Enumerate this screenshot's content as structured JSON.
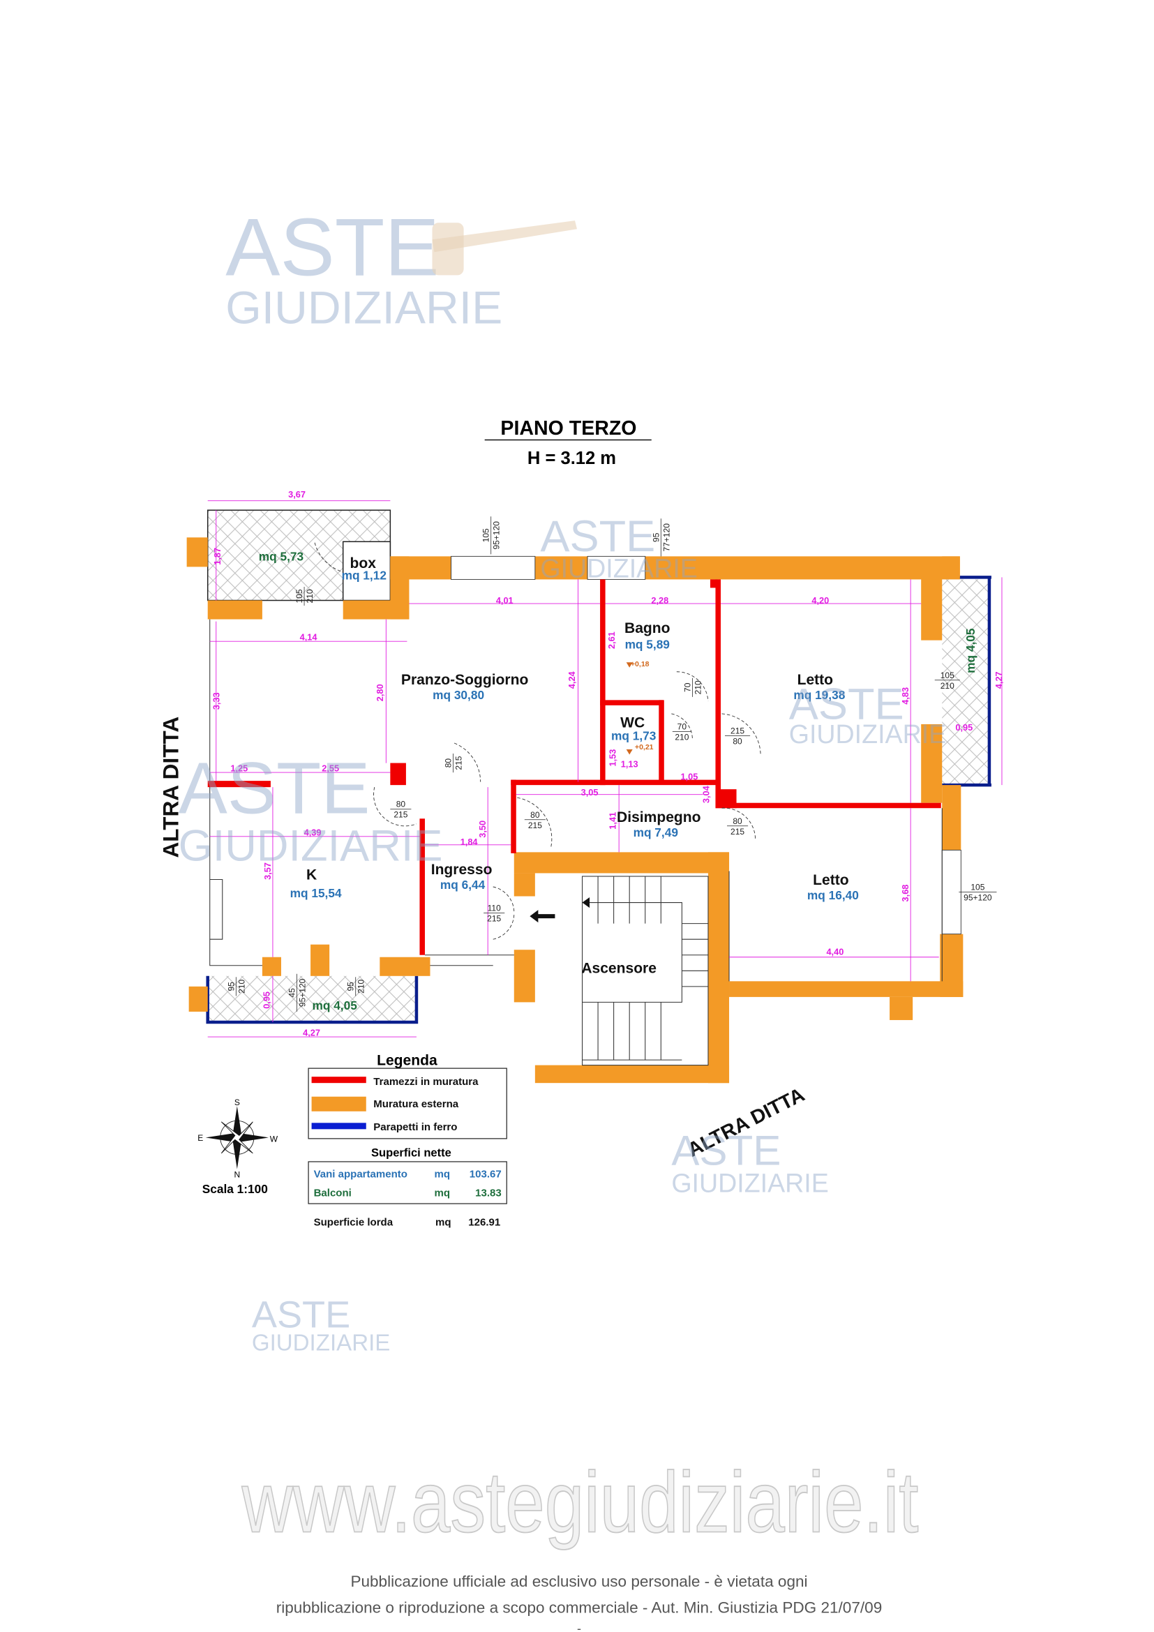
{
  "title": "PIANO TERZO",
  "height_label": "H = 3.12 m",
  "neighbors": {
    "left": "ALTRA DITTA",
    "bottom": "ALTRA DITTA"
  },
  "rooms": {
    "balcony_top": {
      "area": "mq 5,73"
    },
    "box": {
      "name": "box",
      "area": "mq 1,12"
    },
    "pranzo": {
      "name": "Pranzo-Soggiorno",
      "area": "mq 30,80"
    },
    "bagno": {
      "name": "Bagno",
      "area": "mq 5,89",
      "level": "+0,18"
    },
    "wc": {
      "name": "WC",
      "area": "mq 1,73",
      "level": "+0,21"
    },
    "letto1": {
      "name": "Letto",
      "area": "mq 19,38"
    },
    "balcony_right": {
      "area": "mq 4,05"
    },
    "k": {
      "name": "K",
      "area": "mq 15,54"
    },
    "ingresso": {
      "name": "Ingresso",
      "area": "mq 6,44"
    },
    "disimpegno": {
      "name": "Disimpegno",
      "area": "mq 7,49"
    },
    "letto2": {
      "name": "Letto",
      "area": "mq 16,40"
    },
    "ascensore": {
      "name": "Ascensore"
    },
    "balcony_bottom": {
      "area": "mq 4,05"
    }
  },
  "dims": [
    "3,67",
    "1,87",
    "4,01",
    "2,28",
    "4,20",
    "4,14",
    "2,61",
    "2,80",
    "3,33",
    "4,24",
    "4,83",
    "4,27",
    "0,95",
    "1,53",
    "1,13",
    "1,05",
    "3,05",
    "3,04",
    "1,41",
    "1,25",
    "2,55",
    "4,39",
    "3,57",
    "3,50",
    "1,84",
    "3,68",
    "4,40",
    "0,95",
    "4,27"
  ],
  "openings": [
    {
      "top": "105",
      "bottom": "210"
    },
    {
      "top": "105",
      "bottom": "95+120"
    },
    {
      "top": "95",
      "bottom": "77+120"
    },
    {
      "top": "70",
      "bottom": "210"
    },
    {
      "top": "70",
      "bottom": "210"
    },
    {
      "top": "215",
      "bottom": "80"
    },
    {
      "top": "105",
      "bottom": "210"
    },
    {
      "top": "80",
      "bottom": "215"
    },
    {
      "top": "80",
      "bottom": "215"
    },
    {
      "top": "110",
      "bottom": "215"
    },
    {
      "top": "80",
      "bottom": "215"
    },
    {
      "top": "80",
      "bottom": "215"
    },
    {
      "top": "105",
      "bottom": "95+120"
    },
    {
      "top": "95",
      "bottom": "210"
    },
    {
      "top": "45",
      "bottom": "95+120"
    },
    {
      "top": "95",
      "bottom": "210"
    }
  ],
  "legend": {
    "title": "Legenda",
    "items": [
      {
        "label": "Tramezzi in muratura",
        "color": "#f00000"
      },
      {
        "label": "Muratura esterna",
        "color": "#f39a26"
      },
      {
        "label": "Parapetti in ferro",
        "color": "#0a1ed2"
      }
    ]
  },
  "surfaces": {
    "title": "Superfici nette",
    "rows": [
      {
        "label": "Vani appartamento",
        "unit": "mq",
        "value": "103.67",
        "color": "#2a72b5"
      },
      {
        "label": "Balconi",
        "unit": "mq",
        "value": "13.83",
        "color": "#1e6e3c"
      }
    ],
    "gross": {
      "label": "Superficie lorda",
      "unit": "mq",
      "value": "126.91"
    }
  },
  "compass": {
    "n": "N",
    "s": "S",
    "e": "E",
    "w": "W"
  },
  "scale": "Scala 1:100",
  "watermark": {
    "line1": "ASTE",
    "line2": "GIUDIZIARIE",
    "url": "www.astegiudiziarie.it"
  },
  "footer": {
    "line1": "Pubblicazione ufficiale ad esclusivo uso personale - è vietata ogni",
    "line2": "ripubblicazione o riproduzione a scopo commerciale - Aut. Min. Giustizia PDG 21/07/09",
    "line3": "-"
  }
}
